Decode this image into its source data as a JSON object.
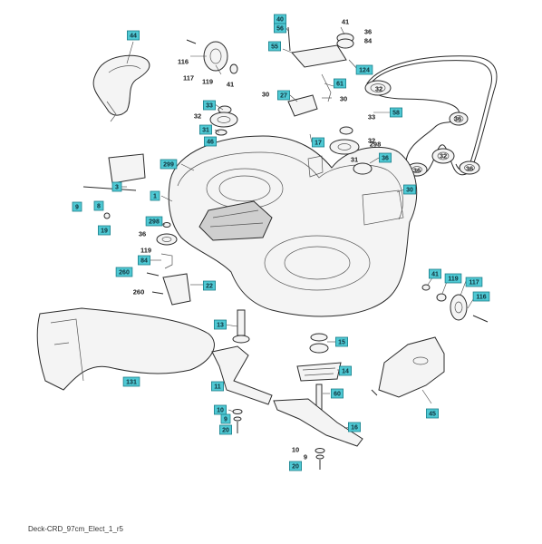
{
  "caption": "Deck-CRD_97cm_Elect_1_r5",
  "callouts": [
    {
      "label": "44",
      "boxed": true
    },
    {
      "label": "116",
      "boxed": false
    },
    {
      "label": "117",
      "boxed": false
    },
    {
      "label": "119",
      "boxed": false
    },
    {
      "label": "41",
      "boxed": false
    },
    {
      "label": "40",
      "boxed": true
    },
    {
      "label": "55",
      "boxed": true
    },
    {
      "label": "56",
      "boxed": true
    },
    {
      "label": "41",
      "boxed": false
    },
    {
      "label": "36",
      "boxed": false
    },
    {
      "label": "84",
      "boxed": false
    },
    {
      "label": "124",
      "boxed": true
    },
    {
      "label": "61",
      "boxed": true
    },
    {
      "label": "30",
      "boxed": false
    },
    {
      "label": "27",
      "boxed": true
    },
    {
      "label": "30",
      "boxed": false
    },
    {
      "label": "33",
      "boxed": true
    },
    {
      "label": "32",
      "boxed": false
    },
    {
      "label": "31",
      "boxed": true
    },
    {
      "label": "46",
      "boxed": true
    },
    {
      "label": "17",
      "boxed": true
    },
    {
      "label": "33",
      "boxed": false
    },
    {
      "label": "32",
      "boxed": false
    },
    {
      "label": "298",
      "boxed": false
    },
    {
      "label": "31",
      "boxed": false
    },
    {
      "label": "36",
      "boxed": true
    },
    {
      "label": "58",
      "boxed": true
    },
    {
      "label": "32",
      "boxed": false
    },
    {
      "label": "36",
      "boxed": false
    },
    {
      "label": "32",
      "boxed": false
    },
    {
      "label": "36",
      "boxed": false
    },
    {
      "label": "36",
      "boxed": false
    },
    {
      "label": "299",
      "boxed": true
    },
    {
      "label": "3",
      "boxed": true
    },
    {
      "label": "1",
      "boxed": true
    },
    {
      "label": "9",
      "boxed": true
    },
    {
      "label": "8",
      "boxed": true
    },
    {
      "label": "30",
      "boxed": true
    },
    {
      "label": "19",
      "boxed": true
    },
    {
      "label": "298",
      "boxed": true
    },
    {
      "label": "36",
      "boxed": false
    },
    {
      "label": "119",
      "boxed": false
    },
    {
      "label": "84",
      "boxed": true
    },
    {
      "label": "260",
      "boxed": true
    },
    {
      "label": "260",
      "boxed": false
    },
    {
      "label": "22",
      "boxed": true
    },
    {
      "label": "41",
      "boxed": true
    },
    {
      "label": "119",
      "boxed": true
    },
    {
      "label": "117",
      "boxed": true
    },
    {
      "label": "116",
      "boxed": true
    },
    {
      "label": "13",
      "boxed": true
    },
    {
      "label": "15",
      "boxed": true
    },
    {
      "label": "131",
      "boxed": true
    },
    {
      "label": "14",
      "boxed": true
    },
    {
      "label": "11",
      "boxed": true
    },
    {
      "label": "60",
      "boxed": true
    },
    {
      "label": "45",
      "boxed": true
    },
    {
      "label": "10",
      "boxed": true
    },
    {
      "label": "9",
      "boxed": true
    },
    {
      "label": "20",
      "boxed": true
    },
    {
      "label": "16",
      "boxed": true
    },
    {
      "label": "10",
      "boxed": false
    },
    {
      "label": "9",
      "boxed": false
    },
    {
      "label": "20",
      "boxed": true
    }
  ]
}
